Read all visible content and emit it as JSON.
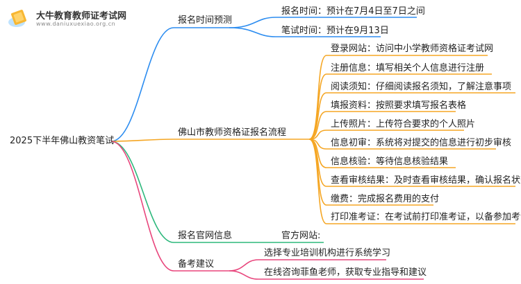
{
  "logo": {
    "title": "大牛教育教师证考试网",
    "url": "www.daniuxuexiao.org.cn"
  },
  "root": "2025下半年佛山教资笔试",
  "colors": {
    "blue": "#2b8cf0",
    "orange": "#f5a623",
    "green": "#2db87c",
    "pink": "#e8457c"
  },
  "branches": [
    {
      "label": "报名时间预测",
      "color": "blue",
      "items": [
        "报名时间：预计在7月4日至7日之间",
        "笔试时间：预计在9月13日"
      ]
    },
    {
      "label": "佛山市教师资格证报名流程",
      "color": "orange",
      "items": [
        "登录网站：访问中小学教师资格证考试网",
        "注册信息：填写相关个人信息进行注册",
        "阅读须知：仔细阅读报名须知，了解注意事项",
        "填报资料：按照要求填写报名表格",
        "上传照片：上传符合要求的个人照片",
        "信息初审：系统将对提交的信息进行初步审核",
        "信息核验：等待信息核验结果",
        "查看审核结果：及时查看审核结果，确认报名状态",
        "缴费：完成报名费用的支付",
        "打印准考证：在考试前打印准考证，以备参加考试"
      ]
    },
    {
      "label": "报名官网信息",
      "color": "green",
      "items": [
        "官方网站:"
      ]
    },
    {
      "label": "备考建议",
      "color": "pink",
      "items": [
        "选择专业培训机构进行系统学习",
        "在线咨询菲鱼老师，获取专业指导和建议"
      ]
    }
  ]
}
